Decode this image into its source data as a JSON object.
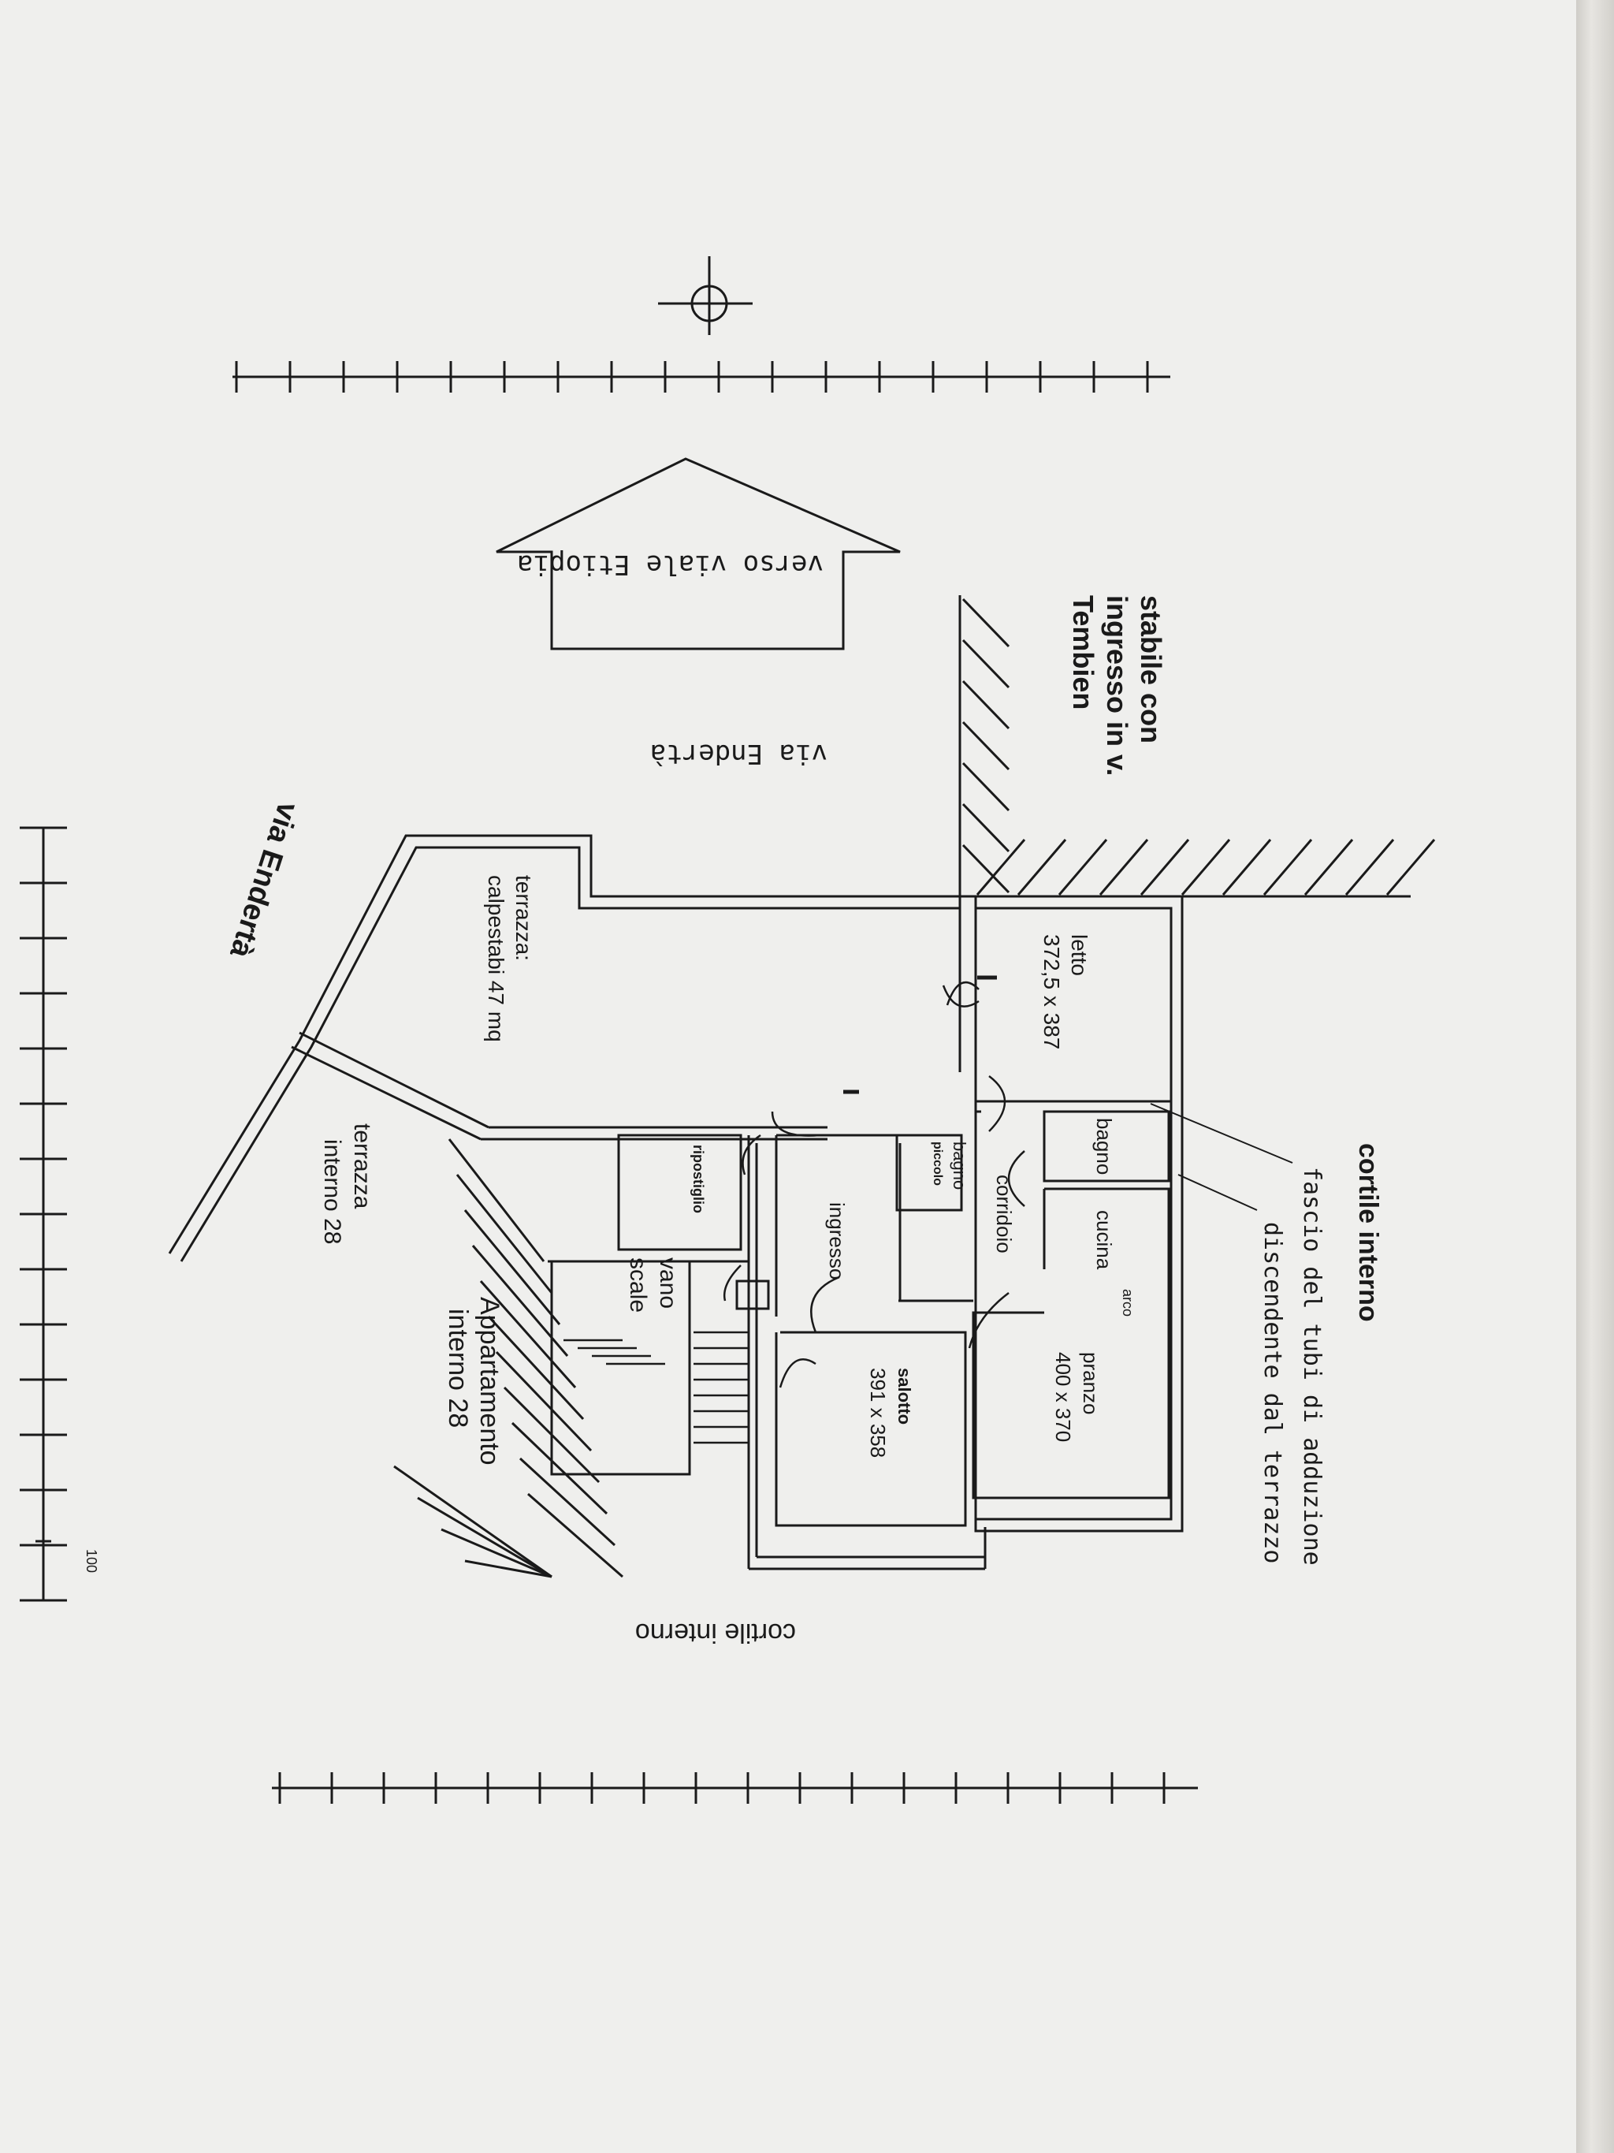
{
  "labels": {
    "cortile_top": "cortile interno",
    "fascio_line1": "fascio del tubi di adduzione",
    "fascio_line2": "discendente dal terrazzo",
    "stabile_line1": "stabile con",
    "stabile_line2": "ingresso in v.",
    "stabile_line3": "Tembien",
    "verso": "verso viale Etiopia",
    "via_enderta_inner": "via Endertà",
    "via_enderta_outer": "via Endertà",
    "terrazza_line1": "terrazza:",
    "terrazza_line2": "calpestabi 47 mq",
    "letto_name": "letto",
    "letto_size": "372,5 x 387",
    "bagno": "bagno",
    "cucina": "cucina",
    "arco": "arco",
    "pranzo_name": "pranzo",
    "pranzo_size": "400 x 370",
    "corridoio": "corridoio",
    "bagno_small_line1": "bagno",
    "bagno_small_line2": "piccolo",
    "ingresso": "ingresso",
    "salotto_name": "salotto",
    "salotto_size": "391 x 358",
    "ripostiglio": "ripostiglio",
    "vano_line1": "vano",
    "vano_line2": "scale",
    "appartamento_line1": "Appartamento",
    "appartamento_line2": "interno 28",
    "terrazza_int_line1": "terrazza",
    "terrazza_int_line2": "interno 28",
    "cortile_bottom": "cortile interno",
    "scale_100": "100"
  },
  "icons": {
    "north_marker": "crosshair-icon",
    "direction_arrow": "arrow-icon"
  }
}
